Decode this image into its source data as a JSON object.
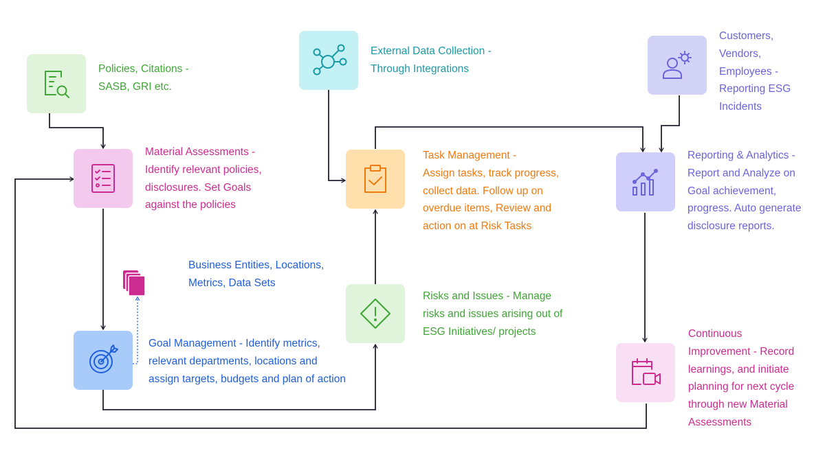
{
  "nodes": {
    "policies": {
      "text": "Policies, Citations -\nSASB, GRI etc.",
      "color": "#3fa535",
      "bg": "#dff4da",
      "icon": "document-search-icon"
    },
    "external": {
      "text": "External Data Collection -\nThrough Integrations",
      "color": "#1a9aa6",
      "bg": "#c4f1f4",
      "icon": "network-nodes-icon"
    },
    "customers": {
      "text": "Customers,\nVendors,\nEmployees -\nReporting ESG\nIncidents",
      "color": "#6b63d9",
      "bg": "#d3d2f7",
      "icon": "user-gear-icon"
    },
    "material": {
      "text": "Material Assessments -\nIdentify relevant policies,\ndisclosures. Set Goals\nagainst the policies",
      "color": "#cc2c8f",
      "bg": "#f4c9ee",
      "icon": "checklist-icon"
    },
    "task": {
      "text": "Task Management -\nAssign tasks, track progress,\ncollect data. Follow up on\noverdue items, Review and\naction on at Risk Tasks",
      "color": "#ef7a10",
      "bg": "#ffe0ad",
      "icon": "clipboard-check-icon"
    },
    "reporting": {
      "text": "Reporting & Analytics -\nReport and Analyze on\nGoal achievement,\nprogress. Auto generate\ndisclosure reports.",
      "color": "#6b63d9",
      "bg": "#d0cffb",
      "icon": "bar-chart-icon"
    },
    "business": {
      "text": "Business Entities, Locations,\nMetrics, Data Sets",
      "color": "#1f5fd9",
      "icon": "stacked-pages-icon"
    },
    "risks": {
      "text": "Risks and Issues - Manage\nrisks and issues arising out of\nESG Initiatives/ projects",
      "color": "#3fa535",
      "bg": "#dff4da",
      "icon": "warning-diamond-icon"
    },
    "goal": {
      "text": "Goal Management - Identify metrics,\nrelevant departments, locations and\nassign targets, budgets and plan of action",
      "color": "#1f5fd9",
      "bg": "#a9cbfa",
      "icon": "target-icon"
    },
    "continuous": {
      "text": "Continuous\nImprovement - Record\nlearnings, and initiate\nplanning for next cycle\nthrough new Material\nAssessments",
      "color": "#cc2c8f",
      "bg": "#f8dff4",
      "icon": "calendar-video-icon"
    }
  },
  "connector_color": "#1f1f2e",
  "dotted_connector_color": "#1f5fd9"
}
